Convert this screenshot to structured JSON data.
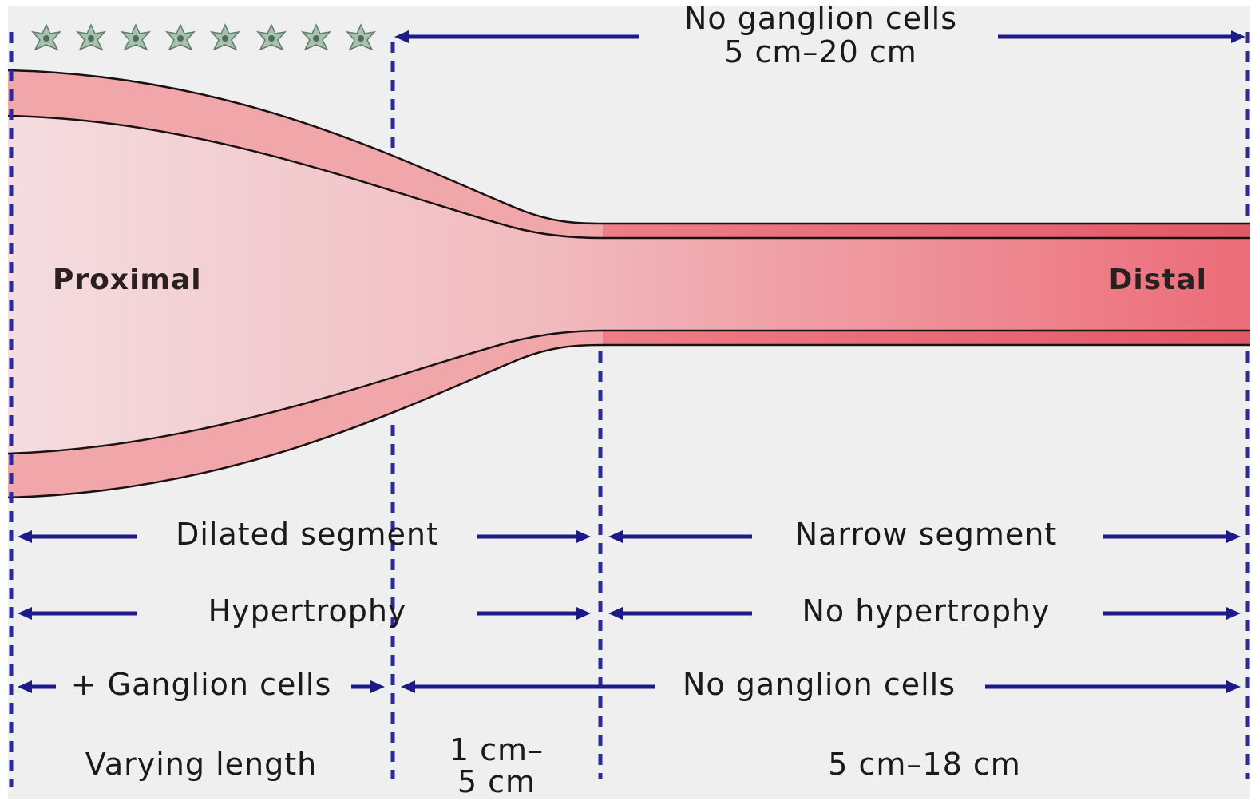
{
  "diagram": {
    "top_label": {
      "line1": "No ganglion cells",
      "line2": "5 cm–20 cm"
    },
    "proximal_label": "Proximal",
    "distal_label": "Distal",
    "rows": {
      "dilated_segment": "Dilated segment",
      "narrow_segment": "Narrow segment",
      "hypertrophy": "Hypertrophy",
      "no_hypertrophy": "No hypertrophy",
      "plus_ganglion": "+ Ganglion cells",
      "no_ganglion": "No ganglion cells"
    },
    "lengths": {
      "varying": "Varying length",
      "transition_line1": "1 cm–",
      "transition_line2": "5 cm",
      "narrow": "5 cm–18 cm"
    },
    "colors": {
      "background": "#efefef",
      "wall": "#f1a9ab",
      "lumen_light": "#f4dfe1",
      "lumen_dark": "#ec6b77",
      "narrow_wall": "#e8606c",
      "arrows": "#1c1a86",
      "ganglion_cell": "#9bb8a6"
    },
    "icons": [
      "ganglion-cell-icon"
    ]
  }
}
